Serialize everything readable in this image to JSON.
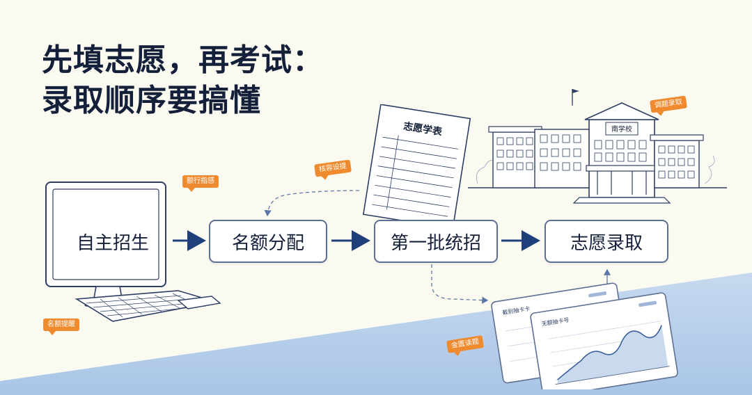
{
  "title": {
    "line1": "先填志愿，再考试：",
    "line2": "录取顺序要搞懂"
  },
  "flow": {
    "step1": "自主招生",
    "step2": "名额分配",
    "step3": "第一批统招",
    "step4": "志愿录取"
  },
  "tags": {
    "computer_top": "额行指感",
    "computer_bottom": "名额提醒",
    "form": "核容设提",
    "school": "调题录取",
    "chart": "金匮读题"
  },
  "illustrations": {
    "form_title": "志愿学表",
    "school_sign": "南学校",
    "chart_back_title": "截别抽卡卡",
    "chart_front_title": "无额抽卡号"
  },
  "colors": {
    "background": "#fbfaf1",
    "wedge": "#b9d0ea",
    "ink": "#14203a",
    "arrow": "#1f3f7a",
    "tag": "#f08a2e"
  }
}
